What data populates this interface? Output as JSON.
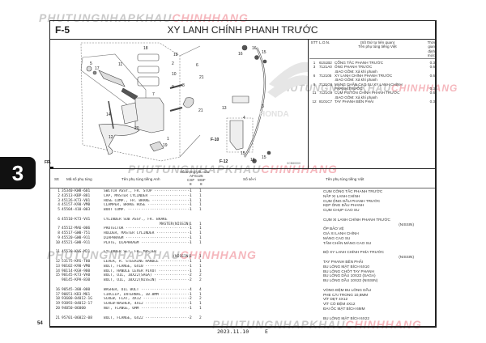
{
  "watermark": {
    "gray": "PHUTUNGNHAPKHAU",
    "pink": "CHINHHANG"
  },
  "section_tab": "3",
  "page": {
    "code": "F-5",
    "title": "XY LANH CHÍNH PHANH TRƯỚC",
    "number": "54",
    "date": "2023.11.10",
    "edition": "E"
  },
  "diagram": {
    "callouts": [
      "18",
      "18",
      "2",
      "6",
      "10",
      "9",
      "7",
      "8",
      "21",
      "21",
      "5",
      "17",
      "11",
      "14",
      "12",
      "20",
      "1",
      "19",
      "16",
      "16",
      "15",
      "3",
      "13",
      "4",
      "F-10",
      "F-12",
      "15",
      "16",
      "15",
      "16"
    ],
    "code": "XCB60000",
    "logo": "HONDA",
    "arrow_label": "FR."
  },
  "labor_table": {
    "headers": {
      "stt": "STT",
      "lon": "L.O.N.",
      "desc1": "(Số thứ tự liên quan)",
      "desc2": "Tên phụ tùng tiếng Việt",
      "time1": "Thời gian",
      "time2": "định mức"
    },
    "rows": [
      {
        "stt": "1",
        "lon": "6151B2",
        "desc": "CỔNG TẮC PHANH TRƯỚC",
        "time": "0.3"
      },
      {
        "stt": "3",
        "lon": "7121A0",
        "desc": "ỐNG PHANH TRƯỚC",
        "time": "0.6",
        "sub": ".BAO GỒM: Xả khí phanh"
      },
      {
        "stt": "6",
        "lon": "712105",
        "desc": "XY LANH CHÍNH PHANH TRƯỚC",
        "time": "0.6",
        "sub": ".BAO GỒM: Xả khí phanh"
      },
      {
        "stt": "9",
        "lon": "7121G6",
        "desc": "MÀNG CHẮN CAO SU XY LANH CHÍNH",
        "desc2": "PHANH TRƯỚC",
        "time": "0.3"
      },
      {
        "stt": "11",
        "lon": "7121G9",
        "desc": "CỤM PISTON CHÍNH PHANH TRƯỚC",
        "time": "0.6",
        "sub": ".BAO GỒM: Xả khí phanh"
      },
      {
        "stt": "12",
        "lon": "8101C7",
        "desc": "TAY PHANH BÊN PHẢI",
        "time": "0.3"
      }
    ]
  },
  "parts_table": {
    "headers": {
      "stt": "Stt",
      "part_no": "Mã số phụ tùng",
      "name_en": "Tên phụ tùng tiếng Anh",
      "qty": "Số lượng yêu cầu",
      "model": "AFS125",
      "csf": "CSF",
      "msf": "MSF",
      "csf_n": "8",
      "msf_n": "8",
      "serial": "Số sê-ri",
      "name_vn": "Tên phụ tùng tiếng Việt"
    },
    "groups": [
      [
        {
          "stt": "1",
          "part_no": "35340-KW8-601",
          "name": "SWITCH ASSY., FR. STOP",
          "csf": "1",
          "msf": "1",
          "vn": "CỤM CÔNG TẮC PHANH TRƯỚC"
        },
        {
          "stt": "2",
          "part_no": "43513-KBP-881",
          "name": "CAP, MASTER CYLINDER",
          "csf": "1",
          "msf": "1",
          "vn": "NẮP XI LANH CHÍNH"
        },
        {
          "stt": "3",
          "part_no": "45126-K73-V01",
          "name": "HOSE COMP., FR. BRAKE",
          "csf": "1",
          "msf": "1",
          "vn": "CỤM ỐNG DẦU PHANH TRƯỚC"
        },
        {
          "stt": "4",
          "part_no": "45157-K90-VM0",
          "name": "CLAMPER, BRAKE HOSE",
          "csf": "1",
          "msf": "1",
          "vn": "KẸP ỐNG DẦU PHANH"
        },
        {
          "stt": "5",
          "part_no": "45504-410-003",
          "name": "BOOT COMP.",
          "csf": "1",
          "msf": "1",
          "vn": "CỤM CHỤP CAO SU"
        }
      ],
      [
        {
          "stt": "6",
          "part_no": "45510-K73-V41",
          "name": "CYLINDER SUB ASSY., FR. BRAKE",
          "name2": "MASTER(NISSIN)",
          "csf": "1",
          "msf": "1",
          "vn": "CỤM XI LANH CHÍNH PHANH TRƯỚC",
          "vn2": "(NISSIN)"
        },
        {
          "stt": "7",
          "part_no": "45512-MA6-006",
          "name": "PROTECTOR",
          "csf": "1",
          "msf": "1",
          "vn": "ỐP BẢO VỆ"
        },
        {
          "stt": "8",
          "part_no": "45517-GW0-751",
          "name": "HOLDER, MASTER CYLINDER",
          "csf": "1",
          "msf": "1",
          "vn": "GIÁ XI LANH CHÍNH"
        },
        {
          "stt": "9",
          "part_no": "45520-GW0-911",
          "name": "DIAPHRAGM",
          "csf": "1",
          "msf": "1",
          "vn": "MÀNG CAO SU"
        },
        {
          "stt": "10",
          "part_no": "45521-GW0-911",
          "name": "PLATE, DIAPHRAGM",
          "csf": "1",
          "msf": "1",
          "vn": "TẤM CHẮN MÀNG CAO SU"
        }
      ],
      [
        {
          "stt": "11",
          "part_no": "45530-KVG-M21",
          "name": "CYLINDER SET, FR. MASTER",
          "name2": "(NISSIN)",
          "csf": "1",
          "msf": "1",
          "vn": "BỘ XY LANH CHÍNH PHÍA TRƯỚC",
          "vn2": "(NISSIN)"
        },
        {
          "stt": "12",
          "part_no": "53175-KRS-T80",
          "name": "LEVER, R. STEERING HANDLE",
          "csf": "1",
          "msf": "1",
          "vn": "TAY PHANH BÊN PHẢI"
        },
        {
          "stt": "13",
          "part_no": "90102-K90-VM0",
          "name": "BOLT, FLANGE, 6X10",
          "csf": "1",
          "msf": "1",
          "vn": "BU LÔNG MẶT BÍCH 6X10"
        },
        {
          "stt": "14",
          "part_no": "90114-KGH-900",
          "name": "BOLT, HANDLE LEVER PIVOT",
          "csf": "1",
          "msf": "1",
          "vn": "BU LÔNG CHỐT TAY PHANH"
        },
        {
          "stt": "15",
          "part_no": "90145-K73-VA0",
          "name": "BOLT, OIL, 10X22(SAGA)",
          "csf": "2",
          "msf": "2",
          "vn": "BU LÔNG DẦU 10X22 (SAGA)"
        },
        {
          "stt": "",
          "part_no": "90145-KPH-830",
          "name": "BOLT, OIL, 10X22(NISSIN)",
          "csf": "2",
          "msf": "2",
          "vn": "BU LÔNG DẦU 10X22 (NISSIN)"
        }
      ],
      [
        {
          "stt": "16",
          "part_no": "90545-300-000",
          "name": "WASHER, OIL BOLT",
          "csf": "4",
          "msf": "4",
          "vn": "VÒNG ĐỆM BU LÔNG DẦU"
        },
        {
          "stt": "17",
          "part_no": "90651-KB3-M61",
          "name": "CIRCLIP, INTERNAL, 10.8MM",
          "csf": "1",
          "msf": "1",
          "vn": "PHE CÀI TRONG 10,8MM"
        },
        {
          "stt": "18",
          "part_no": "93600-04012-1G",
          "name": "SCREW, FLAT, 4X12",
          "csf": "2",
          "msf": "2",
          "vn": "VÍT DẸT 4X12"
        },
        {
          "stt": "19",
          "part_no": "93893-04012-17",
          "name": "SCREW-WASHER, 4X12",
          "csf": "1",
          "msf": "1",
          "vn": "VÍT CÓ ĐỆM 4X12"
        },
        {
          "stt": "20",
          "part_no": "94050-06000",
          "name": "NUT, FLANGE, 6MM",
          "csf": "1",
          "msf": "1",
          "vn": "ĐAI ỐC MẶT BÍCH 6MM"
        }
      ],
      [
        {
          "stt": "21",
          "part_no": "95701-06022-08",
          "name": "BOLT, FLANGE, 6X22",
          "csf": "2",
          "msf": "2",
          "vn": "BU LÔNG MẶT BÍCH 6X22"
        }
      ]
    ]
  }
}
